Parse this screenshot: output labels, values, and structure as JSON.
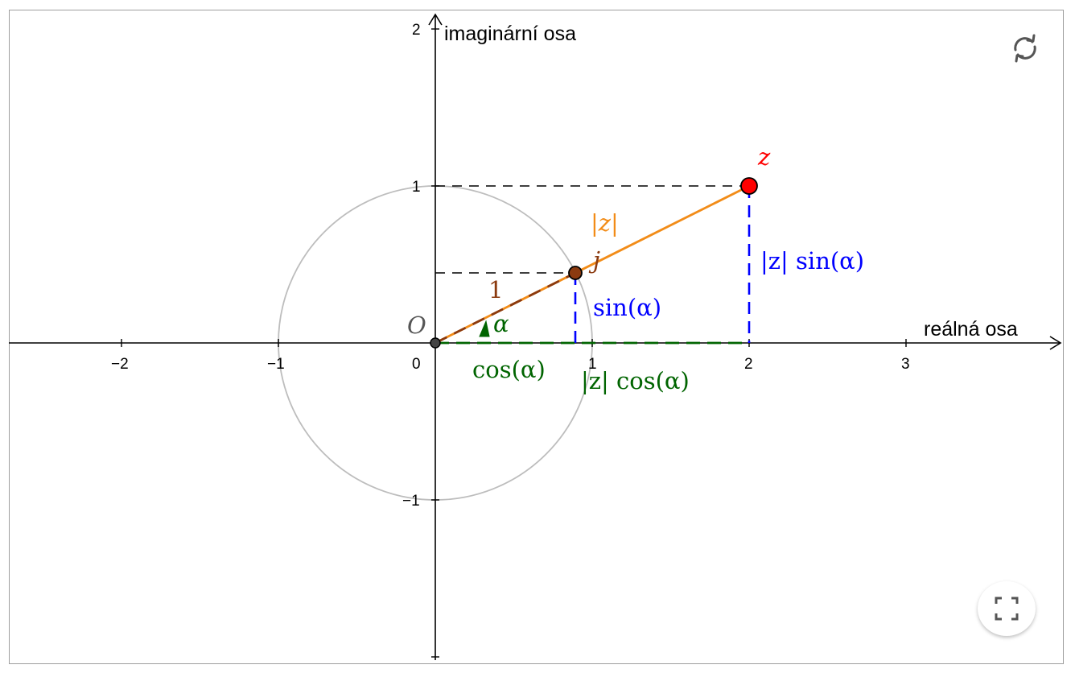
{
  "axes": {
    "x_label": "reálná osa",
    "y_label": "imaginární osa",
    "x_ticks": [
      "−2",
      "−1",
      "0",
      "1",
      "2",
      "3"
    ],
    "y_ticks": [
      "2",
      "1",
      "−1"
    ]
  },
  "points": {
    "origin": {
      "label": "O",
      "x": 0,
      "y": 0
    },
    "j": {
      "label": "j",
      "x": 0.894,
      "y": 0.447
    },
    "z": {
      "label": "z",
      "x": 2,
      "y": 1
    }
  },
  "labels": {
    "abs_z": "|z|",
    "unit": "1",
    "alpha": "α",
    "sin": "sin(α)",
    "cos": "cos(α)",
    "abs_z_sin": "|z| sin(α)",
    "abs_z_cos": "|z| cos(α)"
  },
  "colors": {
    "orange": "#f28c18",
    "brown": "#8b3a0f",
    "red": "#ff0000",
    "blue": "#0000ff",
    "green": "#006400",
    "circle": "#bdbdbd",
    "black": "#000000"
  },
  "controls": {
    "reset_icon": "refresh-icon",
    "fullscreen_icon": "fullscreen-icon"
  }
}
